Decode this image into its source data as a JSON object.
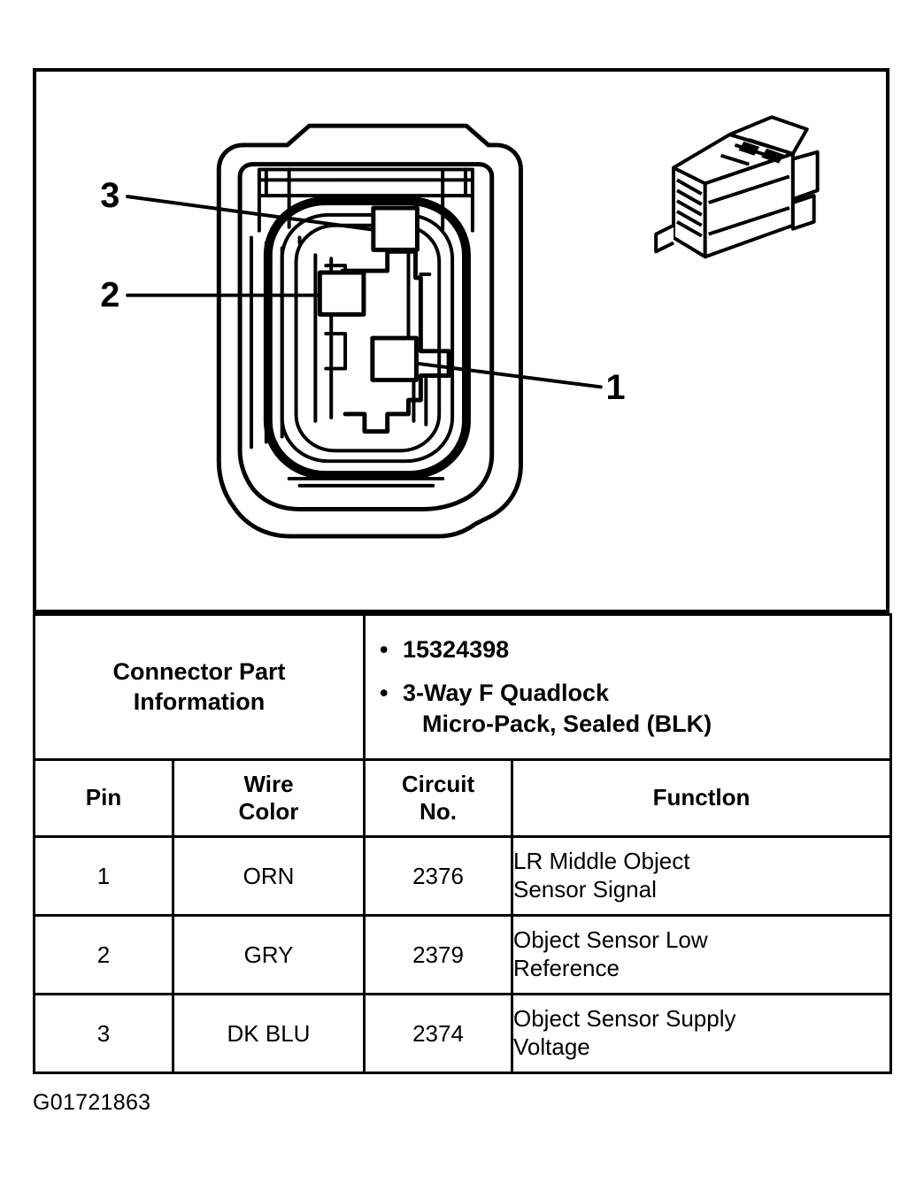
{
  "figure": {
    "caption": "G01721863",
    "callouts": [
      {
        "label": "3",
        "pin": "3"
      },
      {
        "label": "2",
        "pin": "2"
      },
      {
        "label": "1",
        "pin": "1"
      }
    ],
    "views": {
      "front_view_name": "connector-face-front-view",
      "iso_view_name": "connector-body-isometric-view"
    }
  },
  "table": {
    "part_info_label_line1": "Connector Part",
    "part_info_label_line2": "Information",
    "part_numbers": [
      {
        "text": "15324398",
        "bullet": "•"
      }
    ],
    "part_description": {
      "bullet": "•",
      "line1": "3-Way F Quadlock",
      "line2": "Micro-Pack, Sealed (BLK)"
    },
    "headers": {
      "pin": {
        "l1": "",
        "l2": "Pin"
      },
      "wire_color": {
        "l1": "Wire",
        "l2": "Color"
      },
      "circuit_no": {
        "l1": "Circuit",
        "l2": "No."
      },
      "function": {
        "l1": "",
        "l2": "Functlon"
      }
    },
    "rows": [
      {
        "pin": "1",
        "wire_color": "ORN",
        "circuit_no": "2376",
        "function_l1": "LR Middle Object",
        "function_l2": "Sensor Signal"
      },
      {
        "pin": "2",
        "wire_color": "GRY",
        "circuit_no": "2379",
        "function_l1": "Object Sensor Low",
        "function_l2": "Reference"
      },
      {
        "pin": "3",
        "wire_color": "DK BLU",
        "circuit_no": "2374",
        "function_l1": "Object Sensor Supply",
        "function_l2": "Voltage"
      }
    ]
  },
  "colors": {
    "ink": "#000000",
    "paper": "#ffffff"
  }
}
